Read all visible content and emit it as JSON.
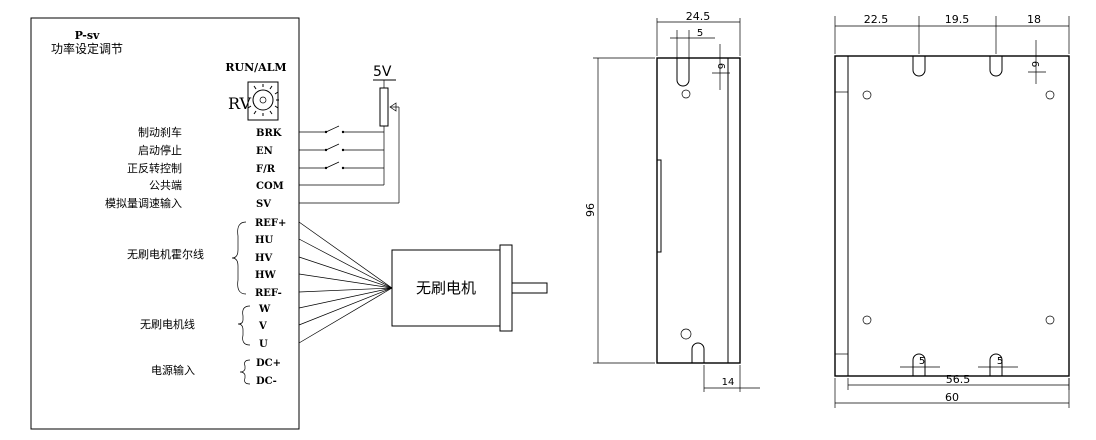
{
  "wiring": {
    "model": "P-sv",
    "subtitle": "功率设定调节",
    "run_alm": "RUN/ALM",
    "rv": "RV",
    "supply": "5V",
    "signal_labels": [
      "制动刹车",
      "启动停止",
      "正反转控制",
      "公共端",
      "模拟量调速输入"
    ],
    "signal_pins": [
      "BRK",
      "EN",
      "F/R",
      "COM",
      "SV"
    ],
    "hall_group": "无刷电机霍尔线",
    "hall_pins": [
      "REF+",
      "HU",
      "HV",
      "HW",
      "REF-"
    ],
    "motor_group": "无刷电机线",
    "motor_pins": [
      "W",
      "V",
      "U"
    ],
    "power_group": "电源输入",
    "power_pins": [
      "DC+",
      "DC-"
    ],
    "motor": "无刷电机"
  },
  "side_view": {
    "width_top": "24.5",
    "slot_width": "5",
    "slot_depth": "6",
    "height": "96",
    "depth_bottom": "14"
  },
  "front_view": {
    "top_left": "22.5",
    "top_mid": "19.5",
    "top_right": "18",
    "slot_depth": "6",
    "slot_left": "5",
    "slot_right": "5",
    "hole_span": "56.5",
    "width": "60"
  }
}
